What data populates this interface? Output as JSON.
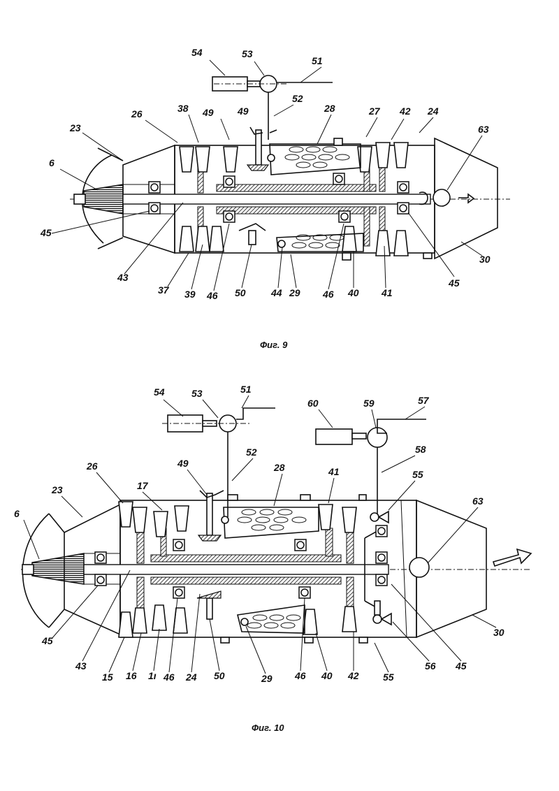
{
  "figures": [
    {
      "caption": "Фиг. 9",
      "labels": [
        "54",
        "53",
        "51",
        "52",
        "28",
        "49",
        "49",
        "38",
        "26",
        "23",
        "27",
        "42",
        "24",
        "63",
        "6",
        "45",
        "43",
        "37",
        "39",
        "46",
        "50",
        "44",
        "29",
        "46",
        "40",
        "41",
        "45",
        "30"
      ]
    },
    {
      "caption": "Фиг. 10",
      "labels": [
        "54",
        "53",
        "51",
        "60",
        "59",
        "57",
        "58",
        "52",
        "55",
        "49",
        "28",
        "41",
        "26",
        "17",
        "23",
        "6",
        "63",
        "45",
        "43",
        "15",
        "16",
        "1ı",
        "46",
        "24",
        "50",
        "29",
        "46",
        "40",
        "42",
        "55",
        "56",
        "45",
        "30"
      ]
    }
  ]
}
